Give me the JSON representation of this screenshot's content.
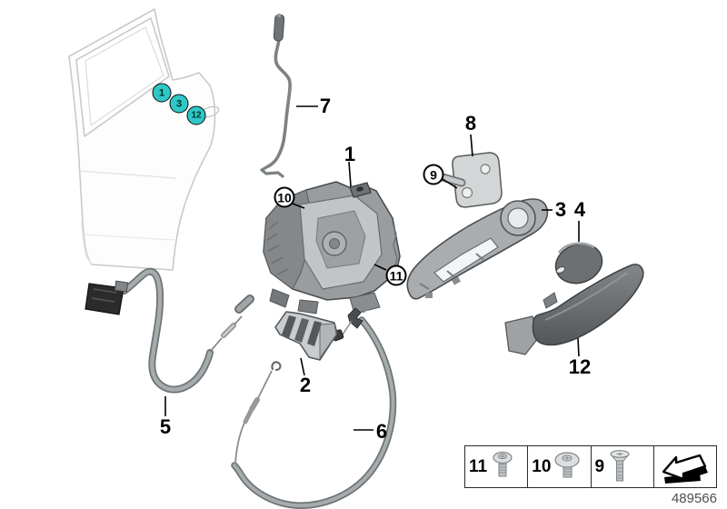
{
  "diagram": {
    "door_hotspots": [
      {
        "label": "1"
      },
      {
        "label": "3"
      },
      {
        "label": "12"
      }
    ],
    "part_labels": {
      "lock": "1",
      "bracket": "2",
      "carrier": "3",
      "cover": "4",
      "cable_front": "5",
      "cable_rear": "6",
      "rod": "7",
      "striker": "8",
      "handle": "12"
    },
    "circled_callouts": {
      "c9": "9",
      "c10": "10",
      "c11": "11"
    }
  },
  "legend": {
    "items": [
      {
        "label": "11",
        "icon": "button-head-screw-icon"
      },
      {
        "label": "10",
        "icon": "pan-head-screw-icon"
      },
      {
        "label": "9",
        "icon": "countersunk-screw-icon"
      },
      {
        "label": "",
        "icon": "direction-arrow-icon"
      }
    ]
  },
  "footer": {
    "drawing_number": "489566"
  },
  "colors": {
    "hotspot_teal": "#2fc7c7",
    "line_black": "#000000",
    "metal_gray": "#9a9da0"
  }
}
